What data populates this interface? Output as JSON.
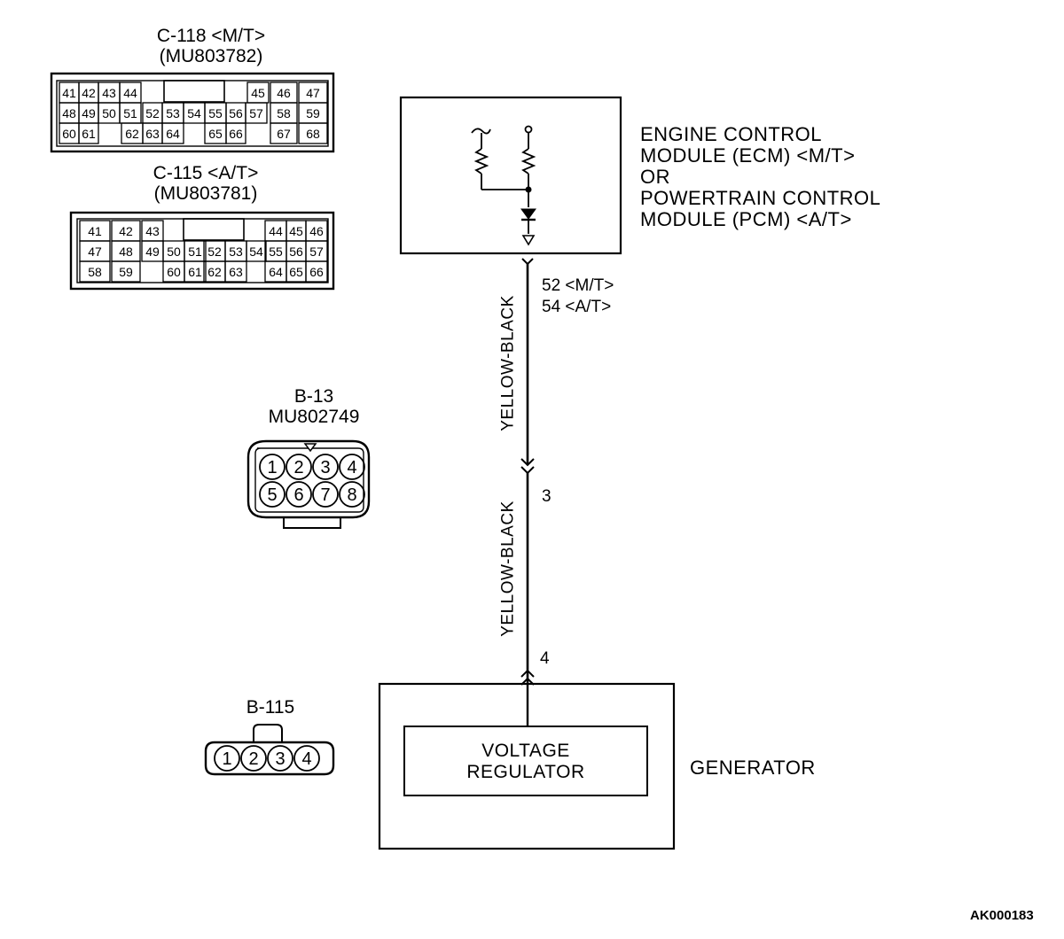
{
  "connectors": {
    "c118": {
      "name": "C-118 <M/T>",
      "part": "(MU803782)",
      "rows": [
        [
          "41",
          "42",
          "43",
          "44",
          "45",
          "46",
          "47"
        ],
        [
          "48",
          "49",
          "50",
          "51",
          "52",
          "53",
          "54",
          "55",
          "56",
          "57",
          "58",
          "59"
        ],
        [
          "60",
          "61",
          "62",
          "63",
          "64",
          "65",
          "66",
          "67",
          "68"
        ]
      ]
    },
    "c115": {
      "name": "C-115 <A/T>",
      "part": "(MU803781)",
      "rows": [
        [
          "41",
          "42",
          "43",
          "44",
          "45",
          "46"
        ],
        [
          "47",
          "48",
          "49",
          "50",
          "51",
          "52",
          "53",
          "54",
          "55",
          "56",
          "57"
        ],
        [
          "58",
          "59",
          "60",
          "61",
          "62",
          "63",
          "64",
          "65",
          "66"
        ]
      ]
    },
    "b13": {
      "name": "B-13",
      "part": "MU802749",
      "pins": [
        "1",
        "2",
        "3",
        "4",
        "5",
        "6",
        "7",
        "8"
      ]
    },
    "b115": {
      "name": "B-115",
      "pins": [
        "1",
        "2",
        "3",
        "4"
      ]
    }
  },
  "ecm": {
    "lines": [
      "ENGINE CONTROL",
      "MODULE (ECM) <M/T>",
      "OR",
      "POWERTRAIN CONTROL",
      "MODULE (PCM) <A/T>"
    ]
  },
  "wiring": {
    "ecm_terminal_mt": "52 <M/T>",
    "ecm_terminal_at": "54 <A/T>",
    "wire_color_upper": "YELLOW-BLACK",
    "wire_color_lower": "YELLOW-BLACK",
    "junction_terminal": "3",
    "generator_terminal": "4"
  },
  "generator": {
    "label": "GENERATOR",
    "regulator_lines": [
      "VOLTAGE",
      "REGULATOR"
    ]
  },
  "diagram_code": "AK000183"
}
